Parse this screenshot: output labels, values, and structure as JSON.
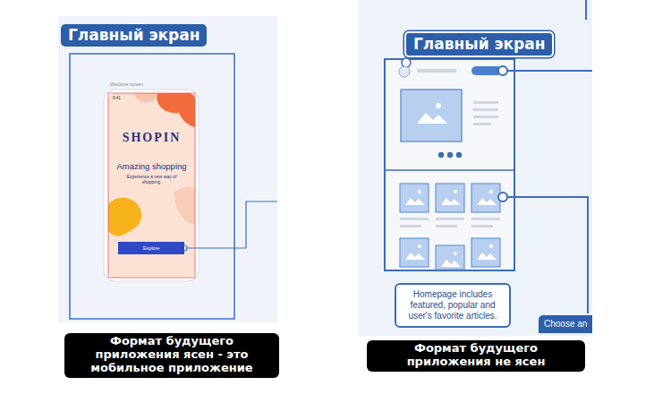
{
  "diagram": {
    "nodes": [
      {
        "text": [
          "Главный экран"
        ]
      },
      {
        "text": [
          "SHOPIN",
          "Amazing shopping",
          "Experience a new way of shopping."
        ]
      },
      {
        "text": [
          "Explore"
        ],
        "in": 1
      },
      {
        "text": [
          "Формат будущего приложения ясен - это мобильное приложение"
        ]
      },
      {
        "text": [
          "Главный экран"
        ]
      },
      {
        "text": [
          "Homepage includes featured, popular and user's favorite articles."
        ]
      },
      {
        "text": [
          "Choose an"
        ]
      },
      {
        "text": [
          "Формат будущего приложения не ясен"
        ]
      }
    ],
    "labels": [
      "Welcome screen",
      "9:41"
    ]
  }
}
